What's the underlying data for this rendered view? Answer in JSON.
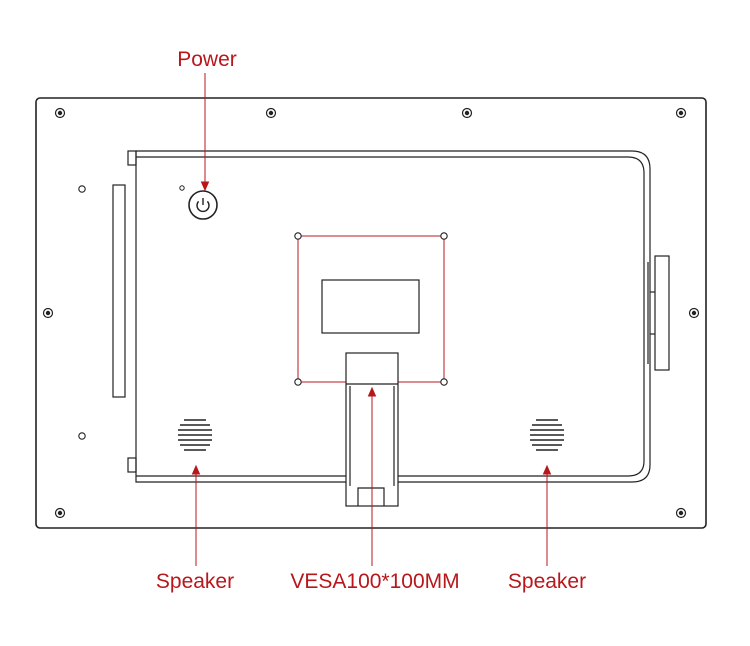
{
  "diagram": {
    "subject": "Monitor rear panel",
    "callouts": {
      "power": "Power",
      "speaker_left": "Speaker",
      "vesa": "VESA100*100MM",
      "speaker_right": "Speaker"
    }
  },
  "colors": {
    "line": "#222222",
    "callout": "#b8171c",
    "background": "#ffffff"
  },
  "icons": {
    "power_button": "power-icon",
    "screw": "screw-icon",
    "speaker_grille": "speaker-grille-icon"
  }
}
